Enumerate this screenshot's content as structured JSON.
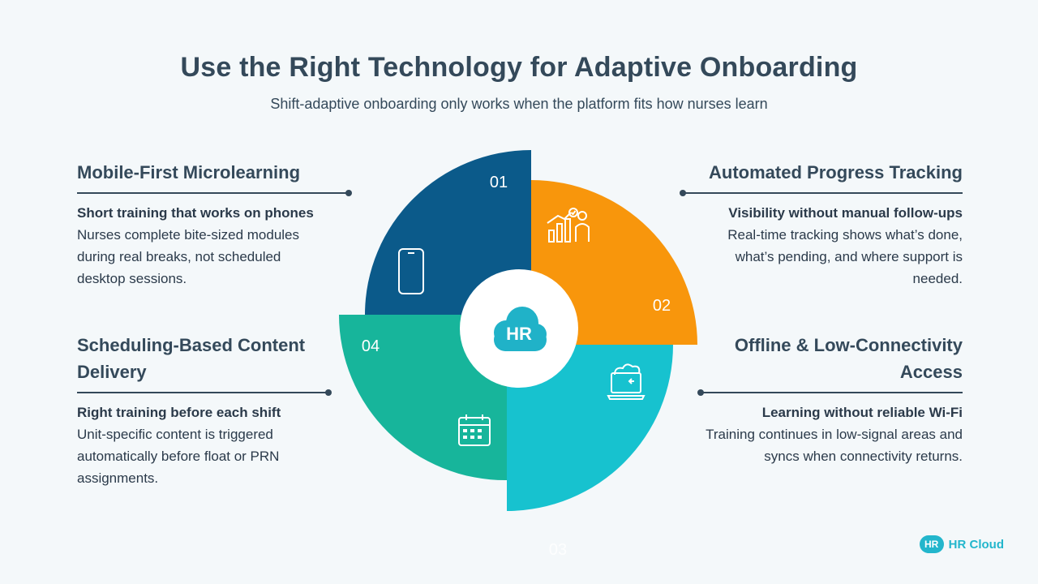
{
  "header": {
    "title": "Use the Right Technology for Adaptive Onboarding",
    "subtitle": "Shift-adaptive onboarding only works when the platform fits how nurses learn"
  },
  "center": {
    "badge": "HR"
  },
  "segments": [
    {
      "number": "01",
      "color": "#0b5a8a",
      "icon": "smartphone-icon"
    },
    {
      "number": "02",
      "color": "#f8960c",
      "icon": "progress-chart-icon"
    },
    {
      "number": "03",
      "color": "#17c2cf",
      "icon": "laptop-sync-icon"
    },
    {
      "number": "04",
      "color": "#17b59b",
      "icon": "calendar-icon"
    }
  ],
  "blocks": [
    {
      "title": "Mobile-First Microlearning",
      "subtitle": "Short training that works on phones",
      "body": "Nurses complete bite-sized modules during real breaks, not scheduled desktop sessions."
    },
    {
      "title": "Automated Progress Tracking",
      "subtitle": "Visibility without manual follow-ups",
      "body": "Real-time tracking shows what’s done, what’s pending, and where support is needed."
    },
    {
      "title": "Scheduling-Based Content Delivery",
      "subtitle": "Right training before each shift",
      "body": "Unit-specific content is triggered automatically before float or PRN assignments."
    },
    {
      "title": "Offline & Low-Connectivity Access",
      "subtitle": "Learning without reliable Wi-Fi",
      "body": "Training continues in low-signal areas and syncs when connectivity returns."
    }
  ],
  "logo": {
    "mark": "HR",
    "text": "HR Cloud"
  }
}
